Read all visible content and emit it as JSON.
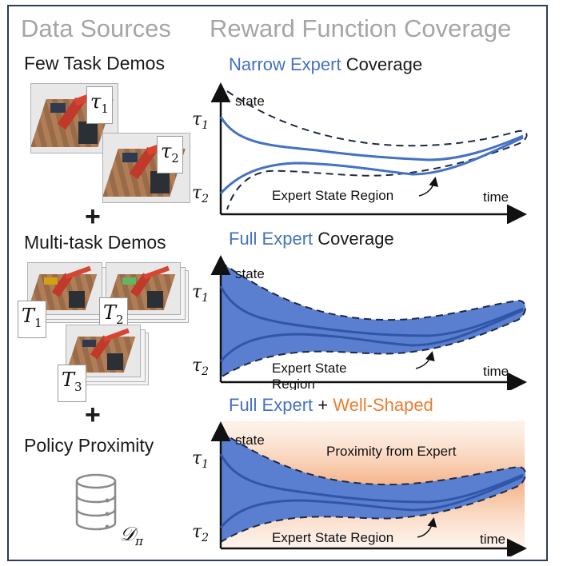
{
  "headings": {
    "left": "Data Sources",
    "right": "Reward Function Coverage"
  },
  "sources": {
    "few_task": "Few Task Demos",
    "plus": "+",
    "multi_task": "Multi-task Demos",
    "policy": "Policy Proximity",
    "demo_tags": [
      {
        "sym": "τ",
        "sub": "1"
      },
      {
        "sym": "τ",
        "sub": "2"
      }
    ],
    "task_tags": [
      {
        "sym": "T",
        "sub": "1"
      },
      {
        "sym": "T",
        "sub": "2"
      },
      {
        "sym": "T",
        "sub": "3"
      }
    ],
    "dataset_sym": "𝒟",
    "dataset_sub": "π",
    "dataset_icon": "database-icon"
  },
  "panels": [
    {
      "title_parts": [
        {
          "text": "Narrow Expert",
          "color": "#4472c4"
        },
        {
          "text": " Coverage",
          "color": "#1a1a1a"
        }
      ],
      "axis_y": "state",
      "axis_x": "time",
      "tau1": "τ",
      "tau1_sub": "1",
      "tau2": "τ",
      "tau2_sub": "2",
      "region_label": "Expert State Region"
    },
    {
      "title_parts": [
        {
          "text": "Full Expert",
          "color": "#4472c4"
        },
        {
          "text": " Coverage",
          "color": "#1a1a1a"
        }
      ],
      "axis_y": "state",
      "axis_x": "time",
      "tau1": "τ",
      "tau1_sub": "1",
      "tau2": "τ",
      "tau2_sub": "2",
      "region_label_line1": "Expert State",
      "region_label_line2": "Region"
    },
    {
      "title_parts": [
        {
          "text": "Full Expert",
          "color": "#4472c4"
        },
        {
          "text": " + ",
          "color": "#1a1a1a"
        },
        {
          "text": "Well-Shaped",
          "color": "#ed7d31"
        }
      ],
      "axis_y": "state",
      "axis_x": "time",
      "tau1": "τ",
      "tau1_sub": "1",
      "tau2": "τ",
      "tau2_sub": "2",
      "region_label": "Expert State Region",
      "proximity_label": "Proximity from Expert"
    }
  ],
  "colors": {
    "blue": "#4472c4",
    "orange": "#ed7d31",
    "fill": "#5b7fd0",
    "dash": "#1f2a44",
    "frame": "#2c3d5a"
  }
}
